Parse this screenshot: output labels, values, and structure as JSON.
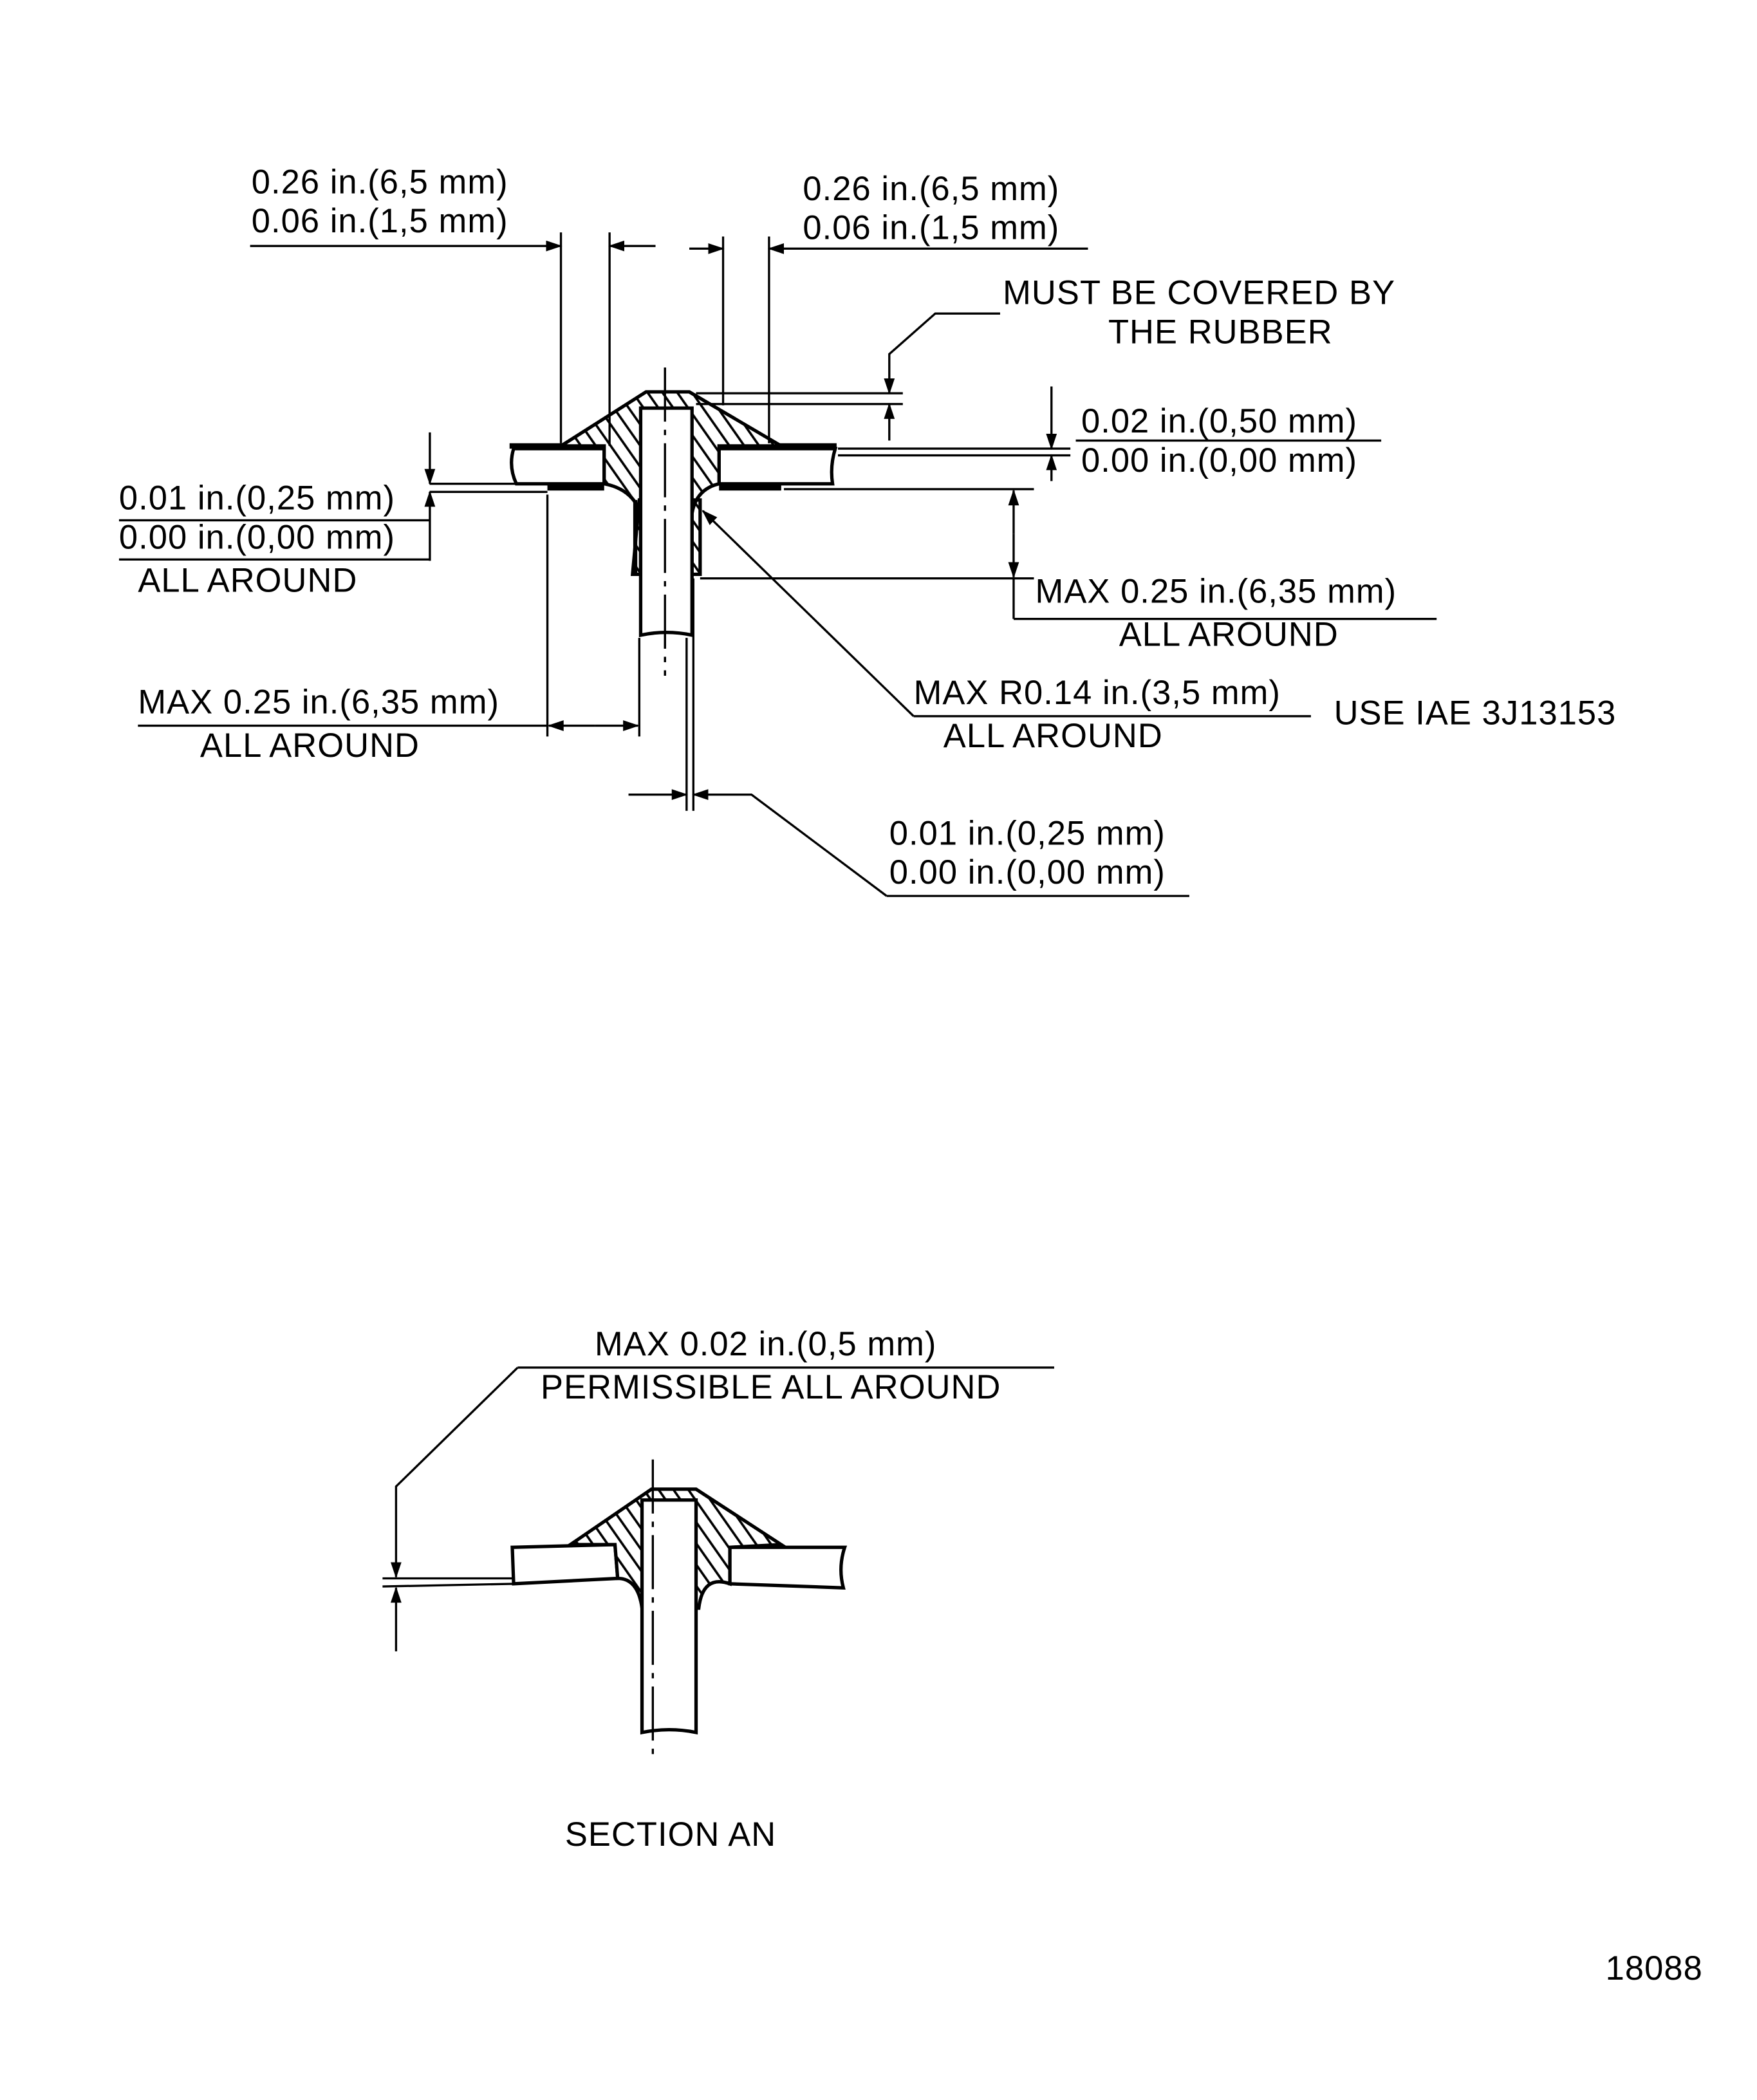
{
  "top_view": {
    "left_width_dim": {
      "line1": "0.26 in.(6,5 mm)",
      "line2": "0.06 in.(1,5 mm)"
    },
    "right_width_dim": {
      "line1": "0.26 in.(6,5 mm)",
      "line2": "0.06 in.(1,5 mm)"
    },
    "rubber_note": {
      "line1": "MUST  BE  COVERED  BY",
      "line2": "THE  RUBBER"
    },
    "top_gap_dim": {
      "line1": "0.02 in.(0,50 mm)",
      "line2": "0.00 in.(0,00 mm)"
    },
    "left_gap_dim": {
      "line1": "0.01 in.(0,25 mm)",
      "line2": "0.00 in.(0,00 mm)",
      "line3": "ALL  AROUND"
    },
    "right_max_dim": {
      "line1": "MAX  0.25 in.(6,35 mm)",
      "line2": "ALL  AROUND"
    },
    "left_max_dim": {
      "line1": "MAX  0.25 in.(6,35 mm)",
      "line2": "ALL  AROUND"
    },
    "radius_dim": {
      "line1": "MAX  R0.14 in.(3,5 mm)",
      "line2": "ALL  AROUND",
      "note": "USE  IAE 3J13153"
    },
    "shank_gap_dim": {
      "line1": "0.01 in.(0,25 mm)",
      "line2": "0.00 in.(0,00 mm)"
    }
  },
  "section_view": {
    "tilt_dim": {
      "line1": "MAX  0.02 in.(0,5 mm)",
      "line2": "PERMISSIBLE  ALL  AROUND"
    },
    "caption": "SECTION  AN"
  },
  "figure_number": "18088"
}
